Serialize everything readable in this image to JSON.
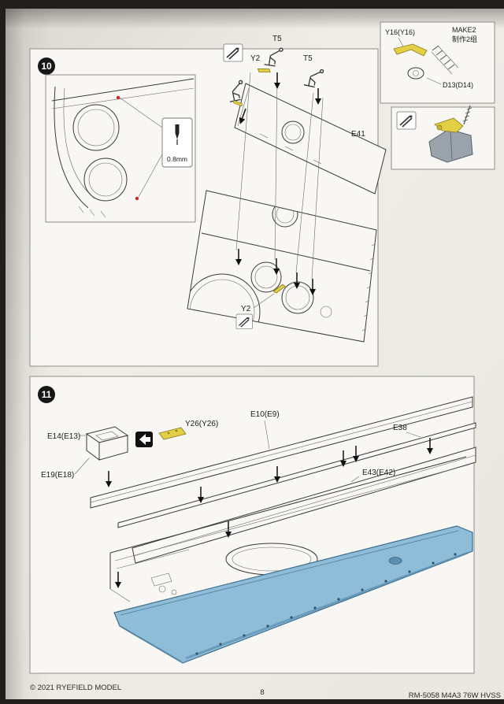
{
  "page": {
    "step10": {
      "number": "10",
      "drill_note": "0.8mm",
      "labels": {
        "t5_top": "T5",
        "t5_mid": "T5",
        "y2_top": "Y2",
        "y2_bottom": "Y2",
        "e41": "E41"
      },
      "make2_inset": {
        "part_y16": "Y16(Y16)",
        "make_count_en": "MAKE2",
        "make_count_zh": "制作2组",
        "part_d13": "D13(D14)"
      }
    },
    "step11": {
      "number": "11",
      "labels": {
        "e14": "E14(E13)",
        "e19": "E19(E18)",
        "y26": "Y26(Y26)",
        "e10": "E10(E9)",
        "e38": "E38",
        "e43": "E43(E42)"
      }
    },
    "footer": {
      "copyright": "© 2021 RYEFIELD MODEL",
      "page_number": "8",
      "kit_code": "RM-5058 M4A3 76W HVSS"
    }
  },
  "colors": {
    "part_yellow": "#e2cf44",
    "part_yellow_edge": "#8a7a20",
    "part_blue": "#8fbdd8",
    "part_blue_edge": "#3c6e8e",
    "part_blue_dark": "#4e82a4",
    "part_gray": "#9aa3ab",
    "marker_red": "#c62828",
    "ink": "#1c1c1c"
  }
}
